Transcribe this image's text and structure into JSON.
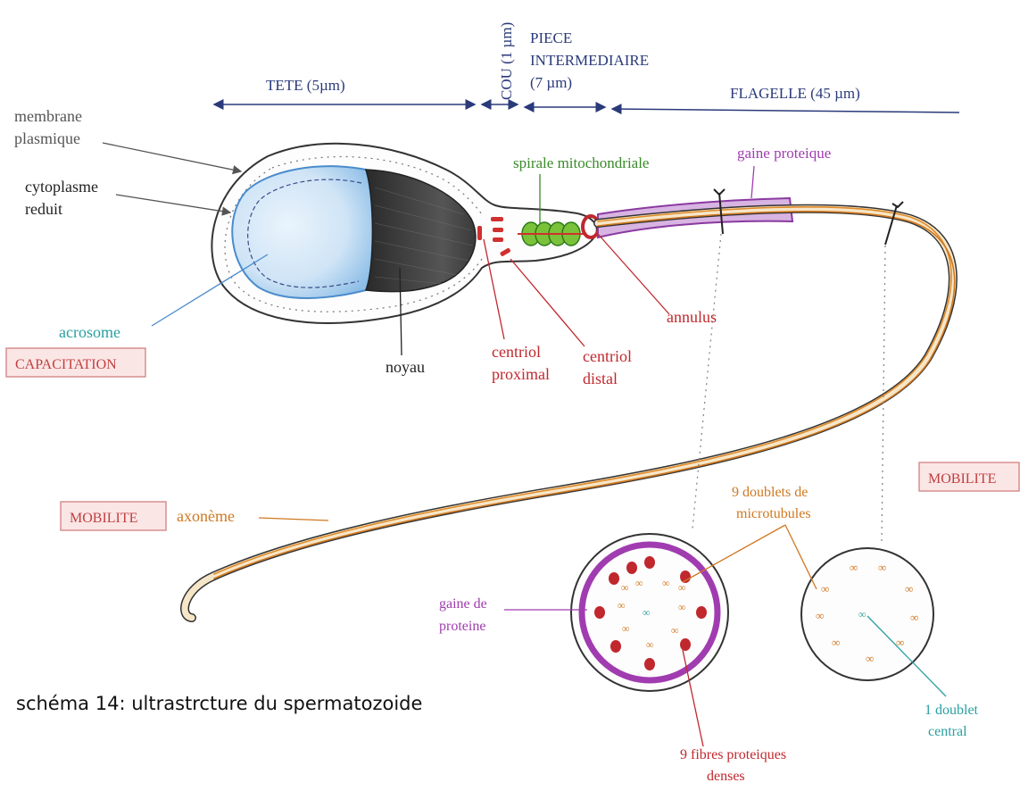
{
  "dimensions": {
    "tete": "TETE (5µm)",
    "cou": "COU (1 µm)",
    "piece_line1": "PIECE",
    "piece_line2": "INTERMEDIAIRE",
    "piece_line3": "(7 µm)",
    "flagelle": "FLAGELLE (45 µm)"
  },
  "labels": {
    "membrane_line1": "membrane",
    "membrane_line2": "plasmique",
    "cytoplasme_line1": "cytoplasme",
    "cytoplasme_line2": "reduit",
    "acrosome": "acrosome",
    "capacitation": "CAPACITATION",
    "noyau": "noyau",
    "spirale": "spirale mitochondriale",
    "gaine_proteique": "gaine proteique",
    "annulus": "annulus",
    "centriol_proximal_line1": "centriol",
    "centriol_proximal_line2": "proximal",
    "centriol_distal_line1": "centriol",
    "centriol_distal_line2": "distal",
    "mobilite_left": "MOBILITE",
    "axoneme": "axonème",
    "mobilite_right": "MOBILITE",
    "doublets_line1": "9 doublets de",
    "doublets_line2": "microtubules",
    "gaine_de_line1": "gaine de",
    "gaine_de_line2": "proteine",
    "fibres_line1": "9 fibres proteiques",
    "fibres_line2": "denses",
    "doublet_central_line1": "1 doublet",
    "doublet_central_line2": "central"
  },
  "caption": "schéma 14: ultrastrcture du spermatozoide",
  "colors": {
    "navy": "#2a3a7a",
    "green": "#3a8a2a",
    "red": "#c0282e",
    "purple": "#a03cb0",
    "orange": "#d07820",
    "teal": "#2aa0a0",
    "box_red": "#c04040"
  }
}
